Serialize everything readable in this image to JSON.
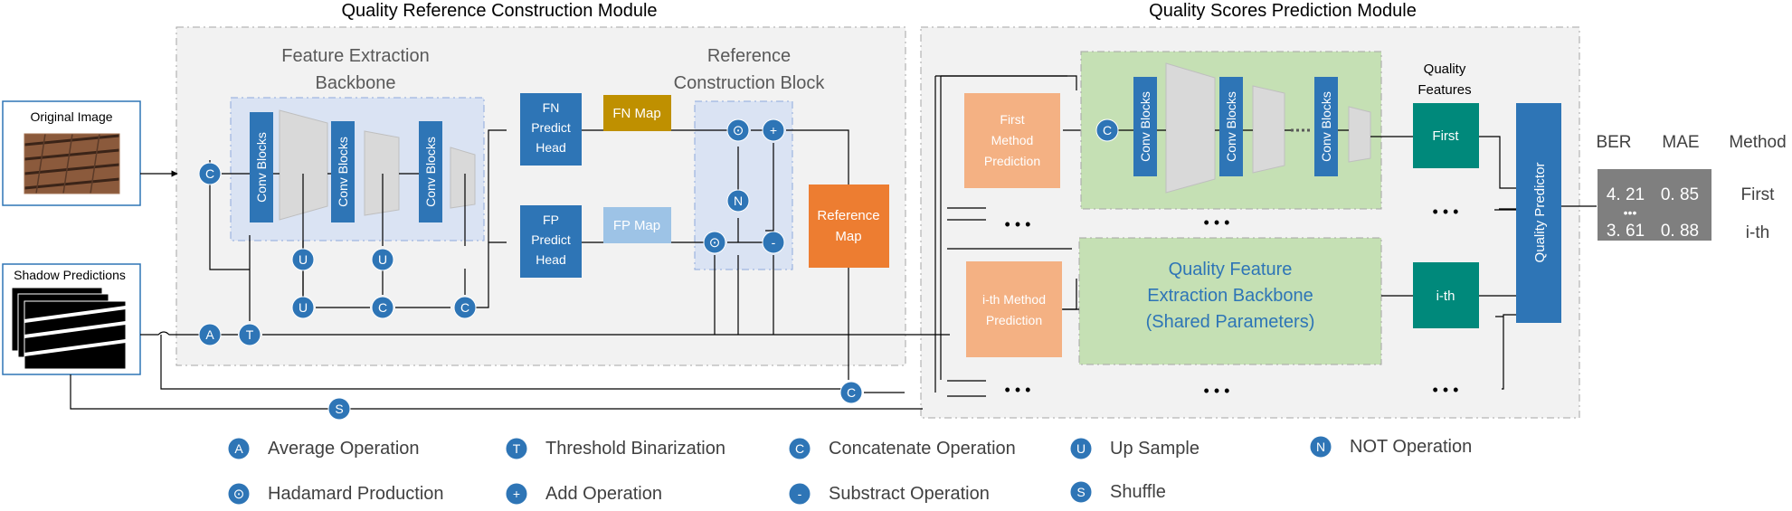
{
  "modules": {
    "left_title": "Quality Reference Construction Module",
    "right_title": "Quality Scores Prediction Module"
  },
  "backbone": {
    "title_line1": "Feature Extraction",
    "title_line2": "Backbone",
    "conv": "Conv Blocks"
  },
  "ref_block": {
    "title_line1": "Reference",
    "title_line2": "Construction Block"
  },
  "inputs": {
    "original": "Original Image",
    "shadow": "Shadow Predictions"
  },
  "heads": {
    "fn_line1": "FN",
    "fn_line2": "Predict",
    "fn_line3": "Head",
    "fp_line1": "FP",
    "fp_line2": "Predict",
    "fp_line3": "Head",
    "fn_map": "FN Map",
    "fp_map": "FP Map",
    "ref_map_line1": "Reference",
    "ref_map_line2": "Map"
  },
  "ops": {
    "A": "A",
    "T": "T",
    "C": "C",
    "U": "U",
    "N": "N",
    "S": "S",
    "plus": "+",
    "minus": "-",
    "hadamard": "⊙"
  },
  "prediction": {
    "first_line1": "First",
    "first_line2": "Method",
    "first_line3": "Prediction",
    "ith_line1": "i-th Method",
    "ith_line2": "Prediction",
    "shared_line1": "Quality Feature",
    "shared_line2": "Extraction Backbone",
    "shared_line3": "(Shared Parameters)",
    "qf_title_line1": "Quality",
    "qf_title_line2": "Features",
    "qf_first": "First",
    "qf_ith": "i-th",
    "predictor": "Quality Predictor",
    "ellipsis": "• • •"
  },
  "table": {
    "headers": [
      "BER",
      "MAE",
      "Method"
    ],
    "rows": [
      {
        "ber": "4. 21",
        "mae": "0. 85",
        "method": "First"
      },
      {
        "ber": "3. 61",
        "mae": "0. 88",
        "method": "i-th"
      }
    ],
    "dots": "•••"
  },
  "legend": [
    {
      "symbol": "A",
      "label": "Average Operation"
    },
    {
      "symbol": "T",
      "label": "Threshold Binarization"
    },
    {
      "symbol": "C",
      "label": "Concatenate Operation"
    },
    {
      "symbol": "U",
      "label": "Up Sample"
    },
    {
      "symbol": "N",
      "label": "NOT Operation"
    },
    {
      "symbol": "⊙",
      "label": "Hadamard Production"
    },
    {
      "symbol": "+",
      "label": "Add Operation"
    },
    {
      "symbol": "-",
      "label": "Substract Operation"
    },
    {
      "symbol": "S",
      "label": "Shuffle"
    }
  ],
  "colors": {
    "blue": "#2e75b6",
    "gold": "#bf9000",
    "lightblue": "#9dc3e6",
    "orange": "#ed7d31",
    "peach": "#f4b183",
    "green": "#c5e0b4",
    "teal": "#00897b",
    "gray_table": "#7f7f7f",
    "module_bg": "#f2f2f2",
    "backbone_bg": "#dae3f3"
  }
}
